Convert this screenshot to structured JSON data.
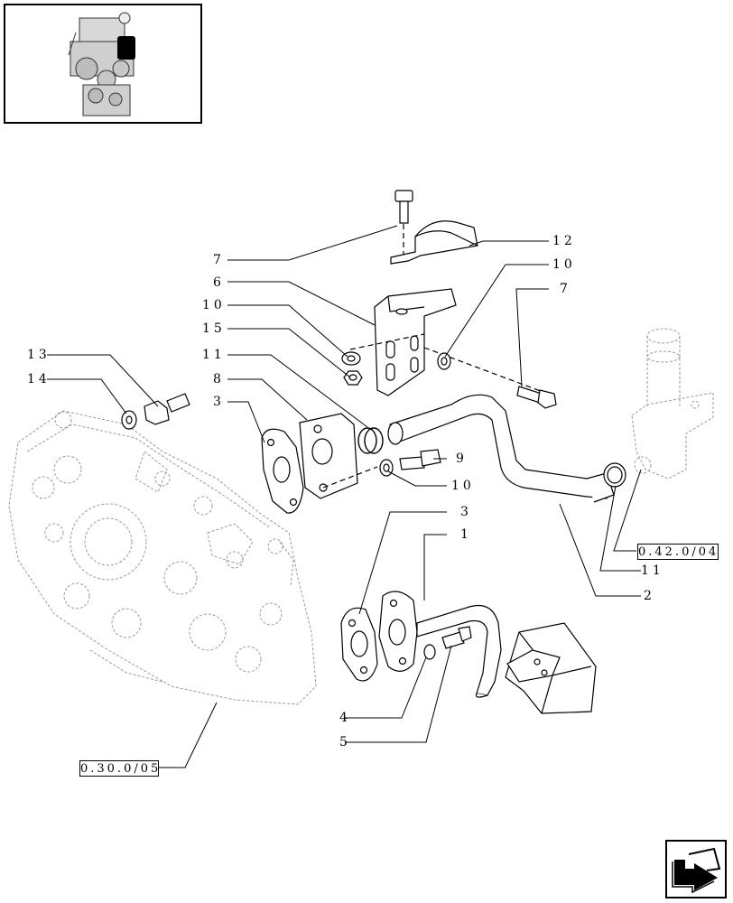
{
  "thumbnail": {
    "icon": "engine-thumbnail-icon"
  },
  "callouts": {
    "c7a": "7",
    "c6": "6",
    "c10a": "10",
    "c15": "15",
    "c11a": "11",
    "c8": "8",
    "c3a": "3",
    "c13": "13",
    "c14": "14",
    "c12": "12",
    "c10b": "10",
    "c7b": "7",
    "c9": "9",
    "c10c": "10",
    "c3b": "3",
    "c1": "1",
    "c2": "2",
    "c11b": "11",
    "c4": "4",
    "c5": "5"
  },
  "references": {
    "ref_right": "0.42.0/04",
    "ref_left": "0.30.0/05"
  },
  "navigation": {
    "icon": "next-page-arrow-icon"
  }
}
